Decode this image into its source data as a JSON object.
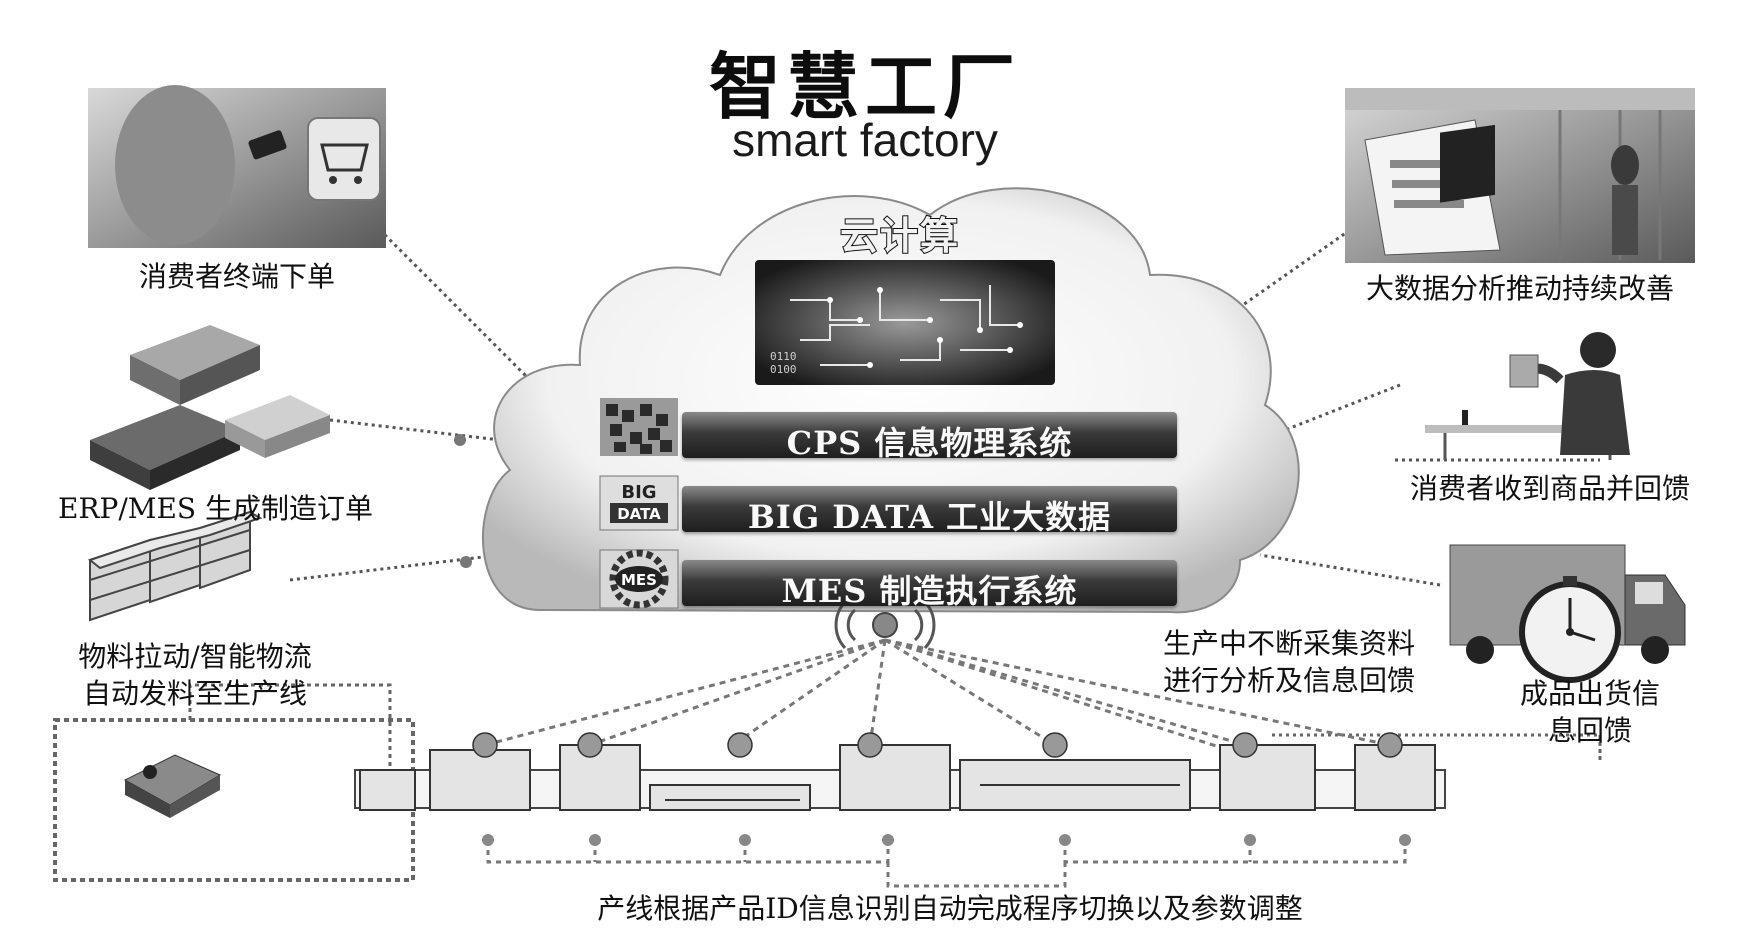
{
  "title": "智慧工厂",
  "subtitle": "smart factory",
  "cloud": {
    "title": "云计算",
    "layers": [
      {
        "label": "CPS 信息物理系统"
      },
      {
        "label": "BIG DATA 工业大数据"
      },
      {
        "label": "MES 制造执行系统",
        "badge": "MES"
      }
    ],
    "bigdata_badge_top": "BIG",
    "bigdata_badge_bottom": "DATA"
  },
  "left_items": [
    {
      "caption": "消费者终端下单"
    },
    {
      "caption": "ERP/MES 生成制造订单"
    },
    {
      "caption_lines": [
        "物料拉动/智能物流",
        "自动发料至生产线"
      ]
    }
  ],
  "right_items": [
    {
      "caption": "大数据分析推动持续改善"
    },
    {
      "caption": "消费者收到商品并回馈"
    },
    {
      "caption_lines": [
        "成品出货信",
        "息回馈"
      ]
    }
  ],
  "collect_text": [
    "生产中不断采集资料",
    "进行分析及信息回馈"
  ],
  "bottom_caption": "产线根据产品ID信息识别自动完成程序切换以及参数调整"
}
